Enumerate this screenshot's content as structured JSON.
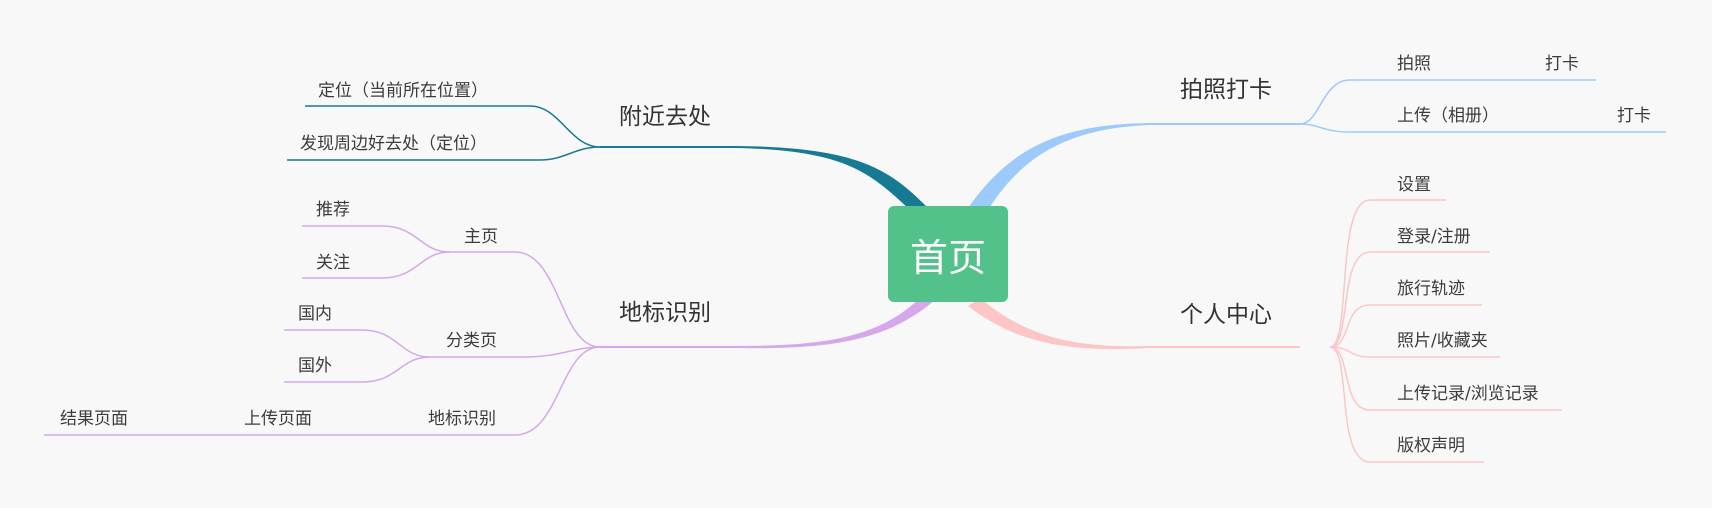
{
  "root": {
    "label": "首页",
    "color": "#52c28a"
  },
  "branches": [
    {
      "key": "photo",
      "label": "拍照打卡",
      "color": "#9ccafa",
      "children": [
        {
          "label": "拍照",
          "children": [
            {
              "label": "打卡"
            }
          ]
        },
        {
          "label": "上传（相册）",
          "children": [
            {
              "label": "打卡"
            }
          ]
        }
      ]
    },
    {
      "key": "profile",
      "label": "个人中心",
      "color": "#fcc6c6",
      "children": [
        {
          "label": "设置"
        },
        {
          "label": "登录/注册"
        },
        {
          "label": "旅行轨迹"
        },
        {
          "label": "照片/收藏夹"
        },
        {
          "label": "上传记录/浏览记录"
        },
        {
          "label": "版权声明"
        }
      ]
    },
    {
      "key": "nearby",
      "label": "附近去处",
      "color": "#167b92",
      "children": [
        {
          "label": "定位（当前所在位置）"
        },
        {
          "label": "发现周边好去处（定位）"
        }
      ]
    },
    {
      "key": "landmark",
      "label": "地标识别",
      "color": "#d4a8ea",
      "children": [
        {
          "label": "主页",
          "children": [
            {
              "label": "推荐"
            },
            {
              "label": "关注"
            }
          ]
        },
        {
          "label": "分类页",
          "children": [
            {
              "label": "国内"
            },
            {
              "label": "国外"
            }
          ]
        },
        {
          "label": "地标识别",
          "children": [
            {
              "label": "上传页面",
              "children": [
                {
                  "label": "结果页面"
                }
              ]
            }
          ]
        }
      ]
    }
  ]
}
